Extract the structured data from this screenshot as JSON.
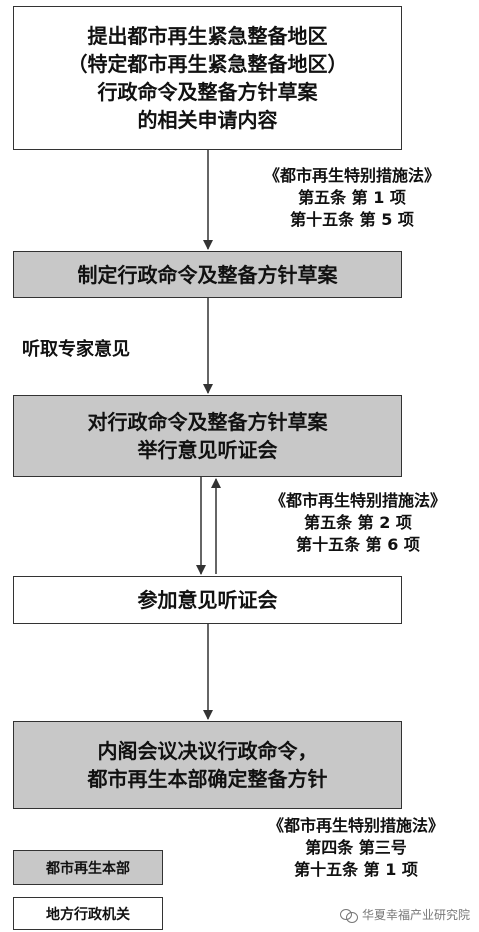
{
  "nodes": {
    "step1": [
      "提出都市再生紧急整备地区",
      "（特定都市再生紧急整备地区）",
      "行政命令及整备方针草案",
      "的相关申请内容"
    ],
    "step2": [
      "制定行政命令及整备方针草案"
    ],
    "step3": [
      "对行政命令及整备方针草案",
      "举行意见听证会"
    ],
    "step4": [
      "参加意见听证会"
    ],
    "step5": [
      "内阁会议决议行政命令，",
      "都市再生本部确定整备方针"
    ]
  },
  "notes": {
    "note1": [
      "《都市再生特别措施法》",
      "第五条  第 1 项",
      "第十五条  第 5 项"
    ],
    "note2": [
      "《都市再生特别措施法》",
      "第五条  第 2 项",
      "第十五条  第 6 项"
    ],
    "note3": [
      "《都市再生特别措施法》",
      "第四条  第三号",
      "第十五条  第 1 项"
    ]
  },
  "side_label": "听取专家意见",
  "legend": {
    "gray_label": "都市再生本部",
    "white_label": "地方行政机关"
  },
  "watermark": "华夏幸福产业研究院",
  "colors": {
    "gray_fill": "#c8c8c8",
    "border": "#333333"
  }
}
